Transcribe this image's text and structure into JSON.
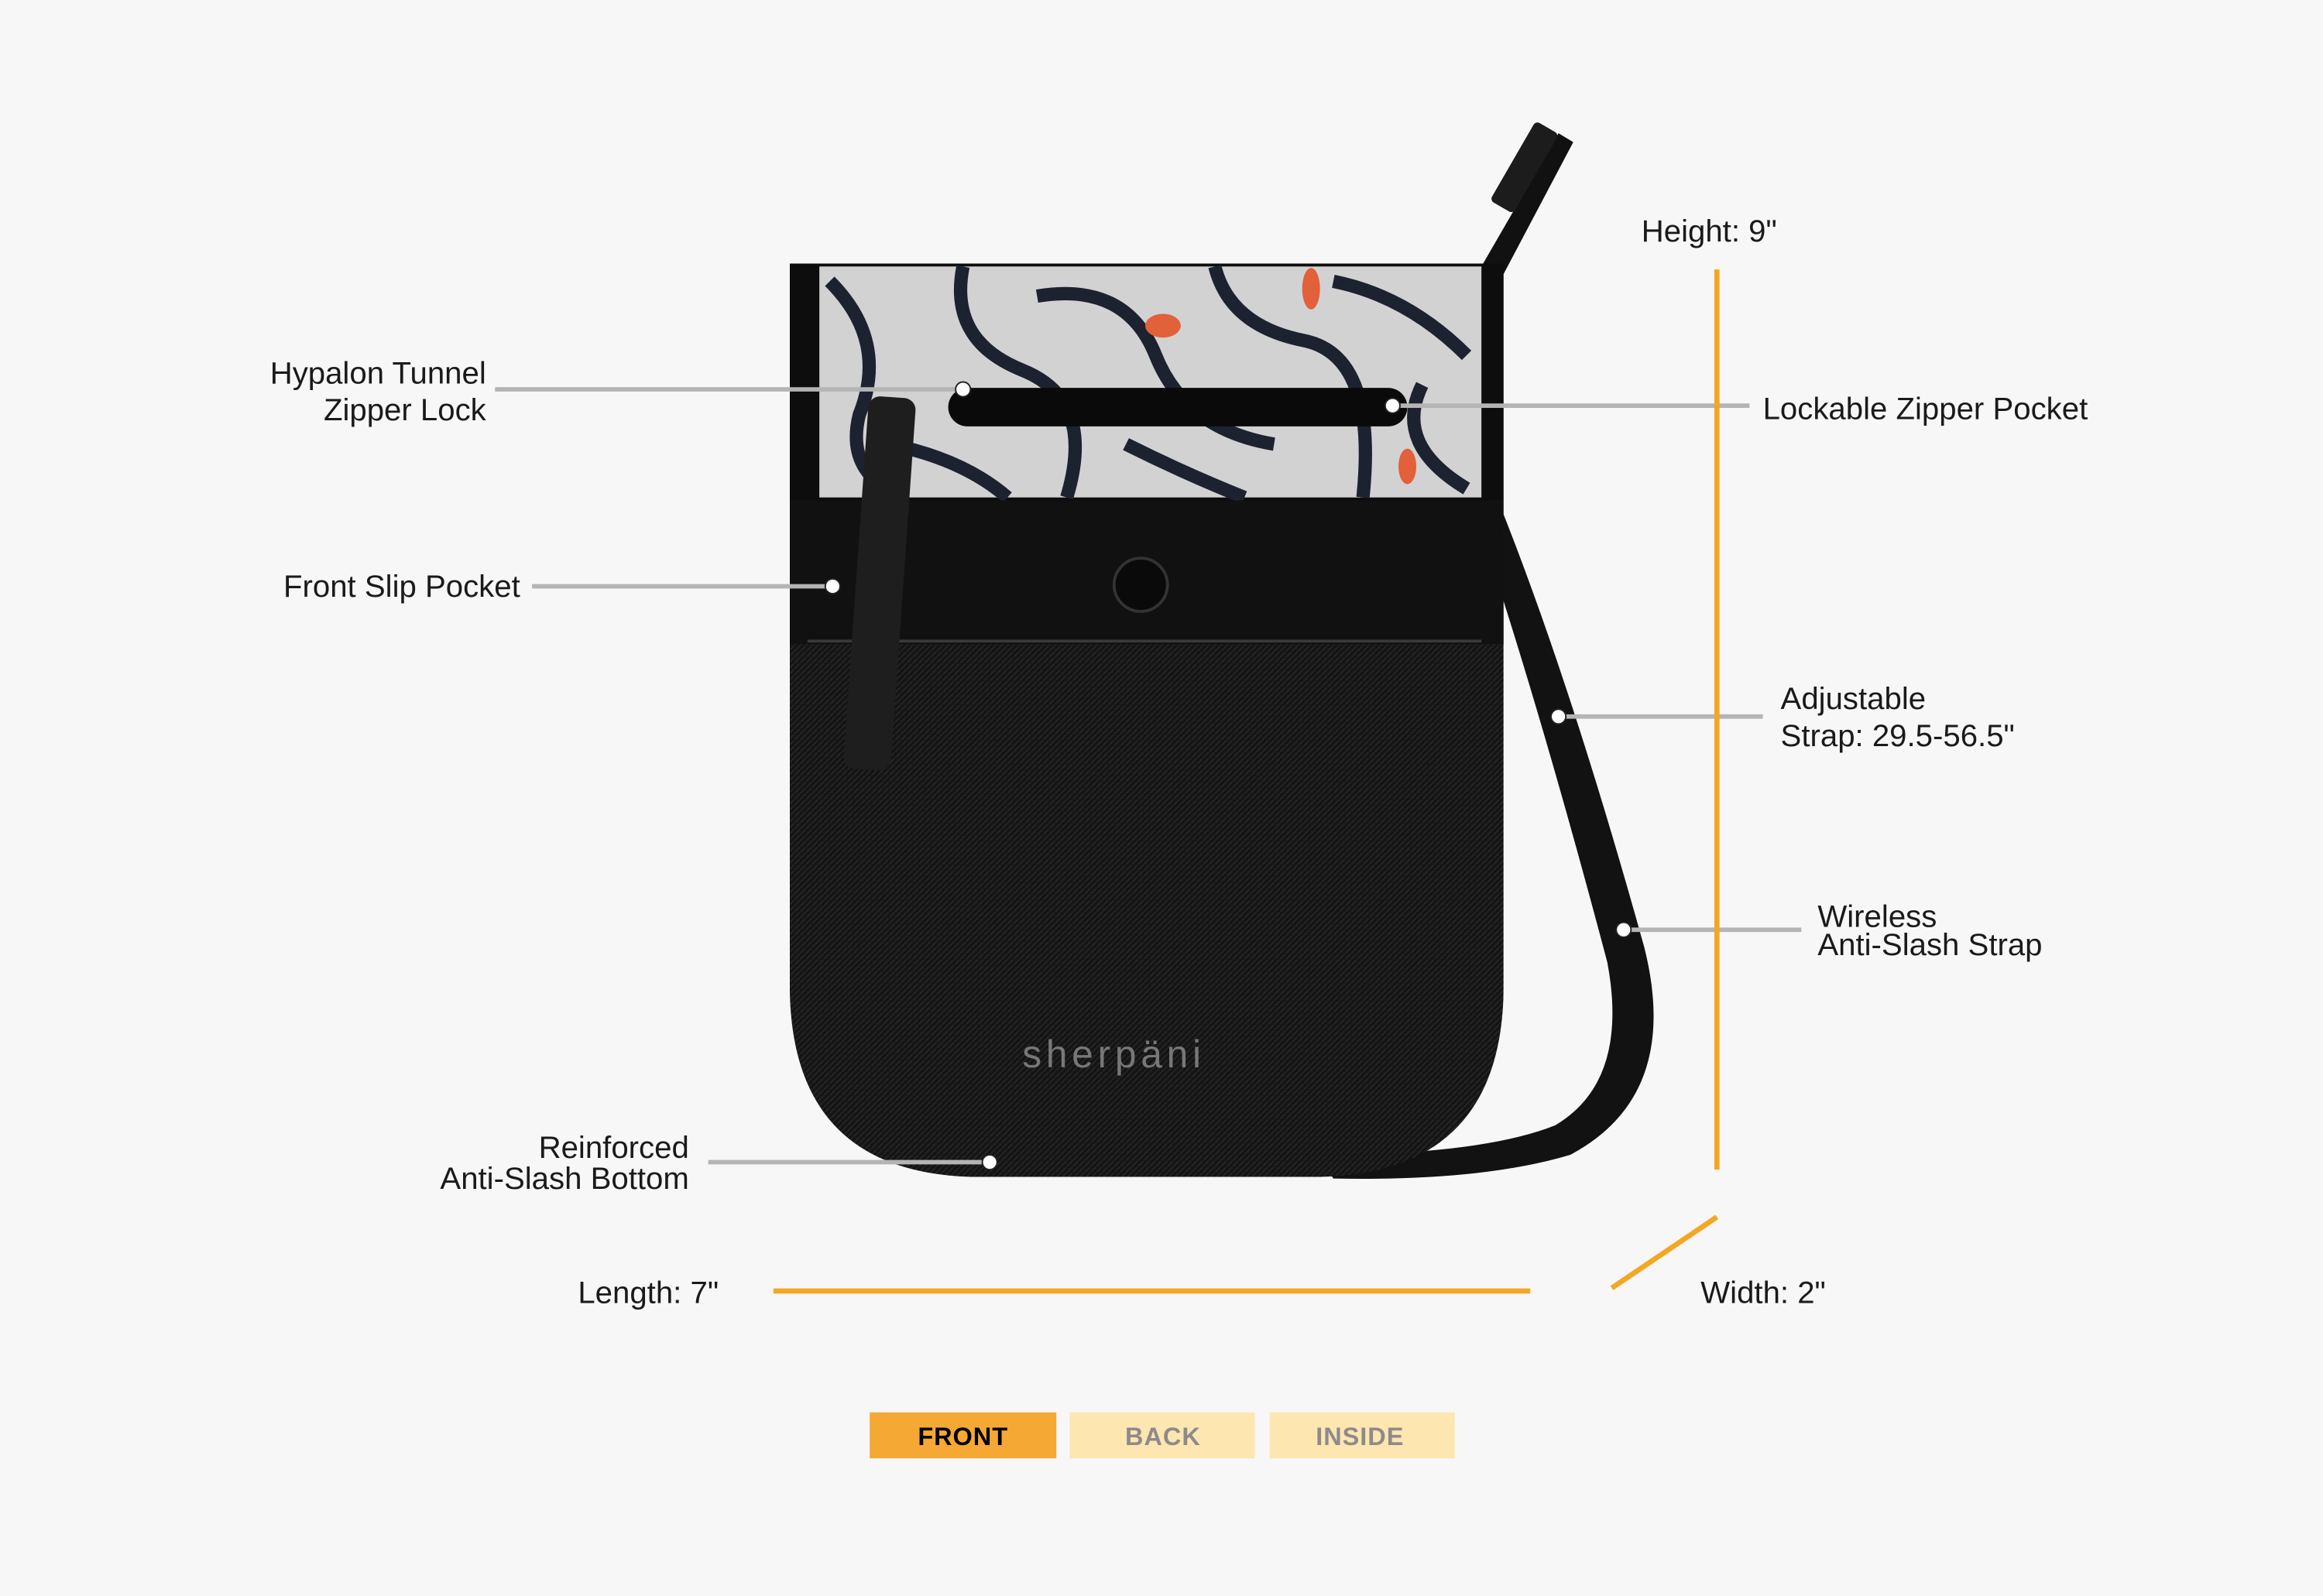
{
  "colors": {
    "background": "#f7f7f7",
    "accent": "#f5a623",
    "tab_inactive": "#fee6b0",
    "tab_inactive_text": "#8e8a8c",
    "leader_line": "#b4b4b4"
  },
  "product": {
    "brand_logo": "sherpäni"
  },
  "callouts": {
    "hypalon_line1": "Hypalon Tunnel",
    "hypalon_line2": "Zipper Lock",
    "front_slip": "Front Slip Pocket",
    "reinforced_line1": "Reinforced",
    "reinforced_line2": "Anti-Slash Bottom",
    "lockable": "Lockable Zipper Pocket",
    "adjustable_line1": "Adjustable",
    "adjustable_line2": "Strap: 29.5-56.5\"",
    "wireless_line1": "Wireless",
    "wireless_line2": "Anti-Slash Strap"
  },
  "dimensions": {
    "height": "Height: 9\"",
    "length": "Length: 7\"",
    "width": "Width: 2\""
  },
  "tabs": [
    {
      "label": "FRONT",
      "active": true
    },
    {
      "label": "BACK",
      "active": false
    },
    {
      "label": "INSIDE",
      "active": false
    }
  ]
}
